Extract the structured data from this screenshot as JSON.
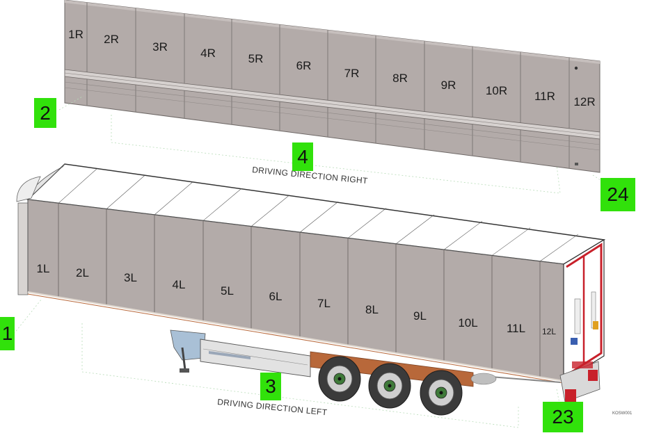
{
  "right_side": {
    "panels": [
      "1R",
      "2R",
      "3R",
      "4R",
      "5R",
      "6R",
      "7R",
      "8R",
      "9R",
      "10R",
      "11R",
      "12R"
    ],
    "direction_label": "DRIVING DIRECTION RIGHT"
  },
  "left_side": {
    "panels": [
      "1L",
      "2L",
      "3L",
      "4L",
      "5L",
      "6L",
      "7L",
      "8L",
      "9L",
      "10L",
      "11L",
      "12L"
    ],
    "direction_label": "DRIVING DIRECTION LEFT"
  },
  "callouts": {
    "c1": "1",
    "c2": "2",
    "c3": "3",
    "c4": "4",
    "c23": "23",
    "c24": "24"
  },
  "drawing_code": "KOSW001",
  "colors": {
    "panel": "#b3aba9",
    "callout": "#31e10b",
    "frame_red": "#c8202a",
    "chassis_orange": "#b8683a"
  }
}
